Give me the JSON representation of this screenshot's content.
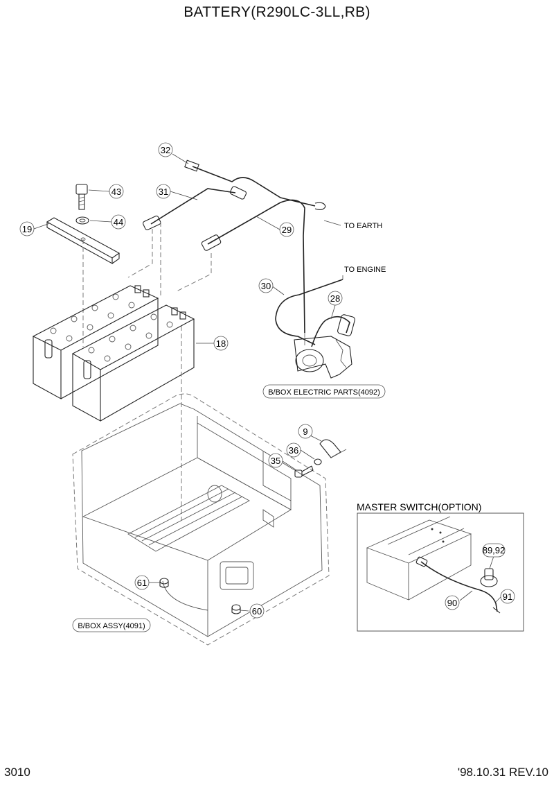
{
  "header": {
    "title": "BATTERY(R290LC-3LL,RB)"
  },
  "footer": {
    "page_number": "3010",
    "revision": "'98.10.31 REV.10"
  },
  "callouts": [
    {
      "id": "32",
      "label": "32"
    },
    {
      "id": "43",
      "label": "43"
    },
    {
      "id": "31",
      "label": "31"
    },
    {
      "id": "44",
      "label": "44"
    },
    {
      "id": "19",
      "label": "19"
    },
    {
      "id": "29",
      "label": "29"
    },
    {
      "id": "30",
      "label": "30"
    },
    {
      "id": "28",
      "label": "28"
    },
    {
      "id": "18",
      "label": "18"
    },
    {
      "id": "9",
      "label": "9"
    },
    {
      "id": "36",
      "label": "36"
    },
    {
      "id": "35",
      "label": "35"
    },
    {
      "id": "61",
      "label": "61"
    },
    {
      "id": "60",
      "label": "60"
    },
    {
      "id": "89_92",
      "label": "89,92"
    },
    {
      "id": "90",
      "label": "90"
    },
    {
      "id": "91",
      "label": "91"
    }
  ],
  "annotations": {
    "to_earth": "TO EARTH",
    "to_engine": "TO ENGINE",
    "box_electric": "B/BOX ELECTRIC PARTS(4092)",
    "box_assy": "B/BOX ASSY(4091)",
    "master_switch": "MASTER SWITCH(OPTION)"
  }
}
